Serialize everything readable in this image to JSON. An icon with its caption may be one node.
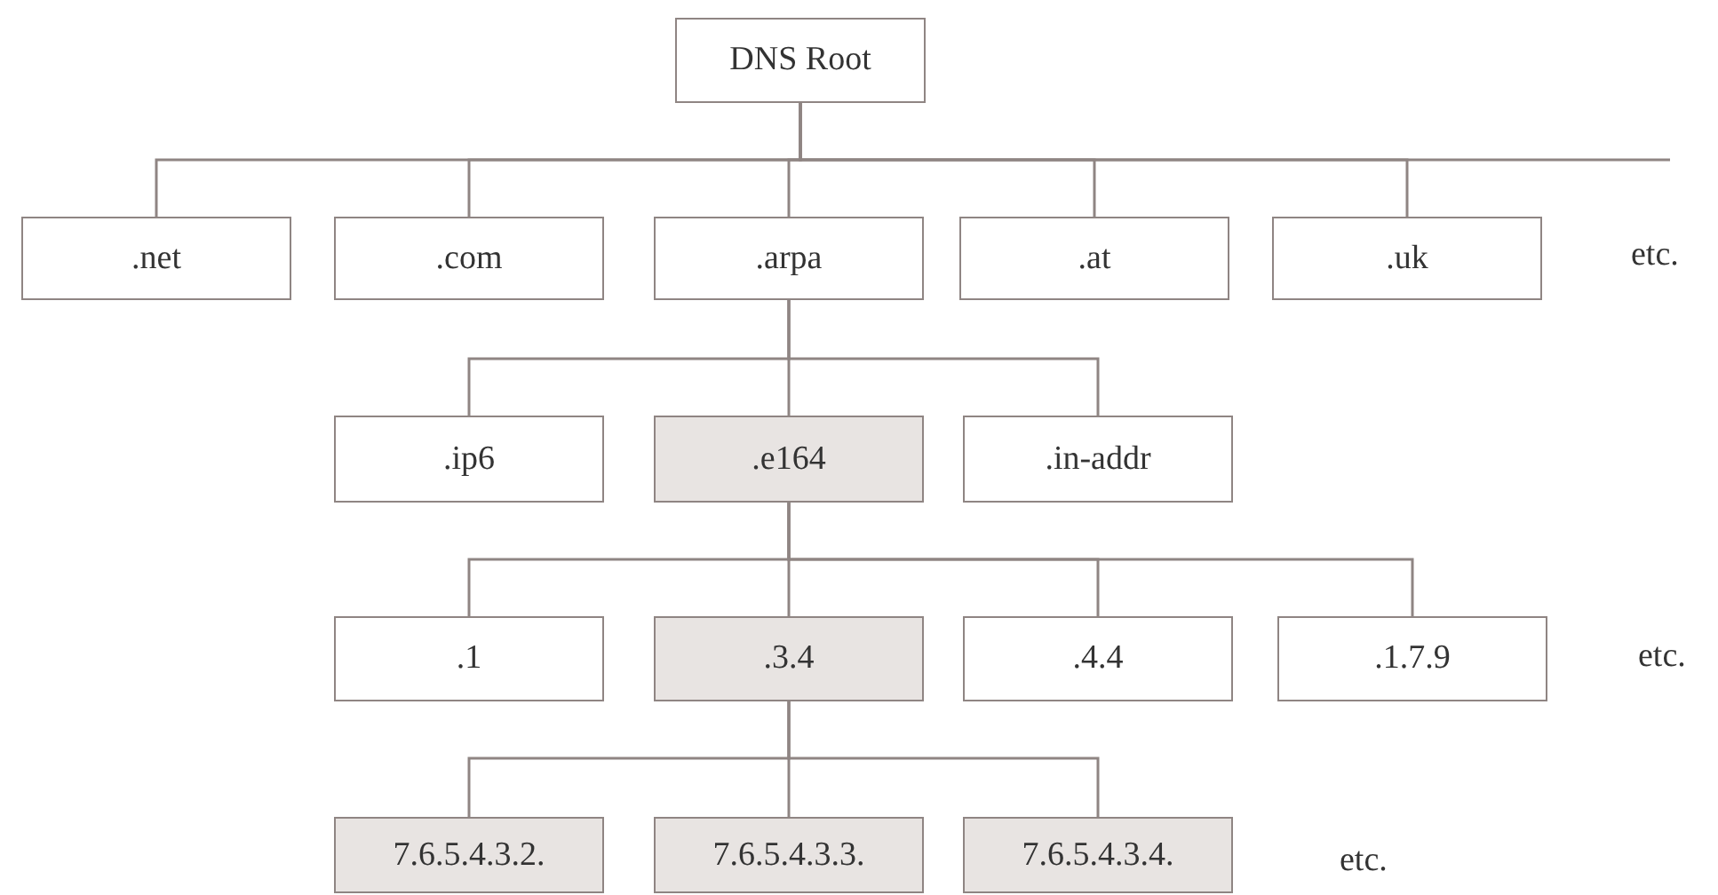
{
  "diagram": {
    "nodes": [
      {
        "text": [
          "DNS Root"
        ]
      },
      {
        "text": [
          ".net"
        ]
      },
      {
        "text": [
          ".com"
        ]
      },
      {
        "text": [
          ".arpa"
        ]
      },
      {
        "text": [
          ".at"
        ]
      },
      {
        "text": [
          ".uk"
        ]
      },
      {
        "text": [
          ".ip6"
        ]
      },
      {
        "text": [
          ".e164"
        ]
      },
      {
        "text": [
          ".in-addr"
        ]
      },
      {
        "text": [
          ".1"
        ]
      },
      {
        "text": [
          ".3.4"
        ]
      },
      {
        "text": [
          ".4.4"
        ]
      },
      {
        "text": [
          ".1.7.9"
        ]
      },
      {
        "text": [
          "7.6.5.4.3.2."
        ]
      },
      {
        "text": [
          "7.6.5.4.3.3."
        ]
      },
      {
        "text": [
          "7.6.5.4.3.4."
        ]
      }
    ],
    "edges": [
      {
        "from": 0,
        "to": 1,
        "arrow": "none"
      },
      {
        "from": 0,
        "to": 2,
        "arrow": "none"
      },
      {
        "from": 0,
        "to": 3,
        "arrow": "none"
      },
      {
        "from": 0,
        "to": 4,
        "arrow": "none"
      },
      {
        "from": 0,
        "to": 5,
        "arrow": "none"
      },
      {
        "from": 0,
        "to": null,
        "arrow": "none"
      },
      {
        "from": 3,
        "to": 6,
        "arrow": "none"
      },
      {
        "from": 3,
        "to": 7,
        "arrow": "none"
      },
      {
        "from": 3,
        "to": 8,
        "arrow": "none"
      },
      {
        "from": 7,
        "to": 9,
        "arrow": "none"
      },
      {
        "from": 7,
        "to": 10,
        "arrow": "none"
      },
      {
        "from": 7,
        "to": 11,
        "arrow": "none"
      },
      {
        "from": 7,
        "to": 12,
        "arrow": "none"
      },
      {
        "from": 10,
        "to": 13,
        "arrow": "none"
      },
      {
        "from": 10,
        "to": 14,
        "arrow": "none"
      },
      {
        "from": 10,
        "to": 15,
        "arrow": "none"
      }
    ],
    "labels": [
      "etc.",
      "etc.",
      "etc."
    ]
  }
}
